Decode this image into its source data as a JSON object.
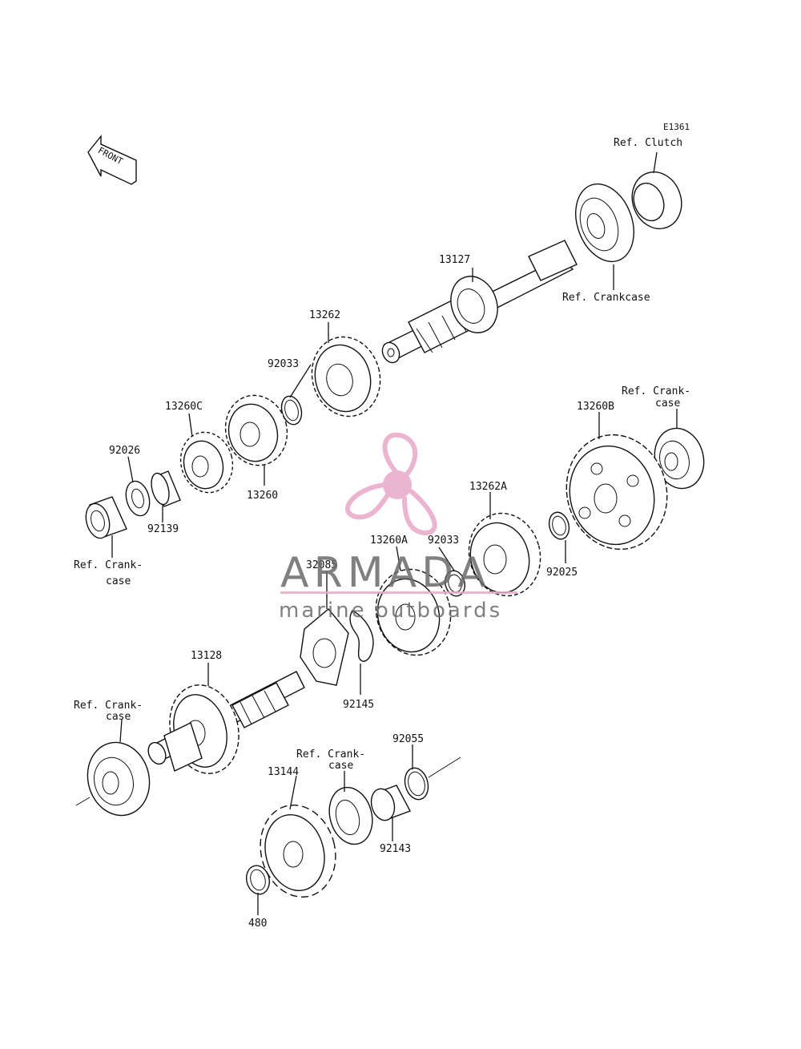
{
  "diagram_code": "E1361",
  "front_label": "FRONT",
  "labels": {
    "ref_clutch": "Ref. Clutch",
    "ref_crankcase_top": "Ref. Crankcase",
    "p13127": "13127",
    "p13262": "13262",
    "p92033_top": "92033",
    "p13260C": "13260C",
    "p92026": "92026",
    "p13260": "13260",
    "p92139": "92139",
    "ref_crank_left_1": "Ref. Crank-",
    "ref_crank_left_2": "case",
    "ref_crank_right_1": "Ref. Crank-",
    "ref_crank_right_2": "case",
    "p13260B": "13260B",
    "p13262A": "13262A",
    "p13260A": "13260A",
    "p92033_mid": "92033",
    "p92025": "92025",
    "p32085": "32085",
    "p13128": "13128",
    "p92145": "92145",
    "ref_crank_lower_left_1": "Ref. Crank-",
    "ref_crank_lower_left_2": "case",
    "ref_crank_lower_mid_1": "Ref. Crank-",
    "ref_crank_lower_mid_2": "case",
    "p92055": "92055",
    "p13144": "13144",
    "p92143": "92143",
    "p480": "480"
  },
  "watermark": {
    "brand": "ARMADA",
    "tagline": "marine outboards",
    "color": "#e8a8c8",
    "text_color": "#6a6a6a"
  },
  "colors": {
    "line": "#111111",
    "background": "#ffffff"
  }
}
